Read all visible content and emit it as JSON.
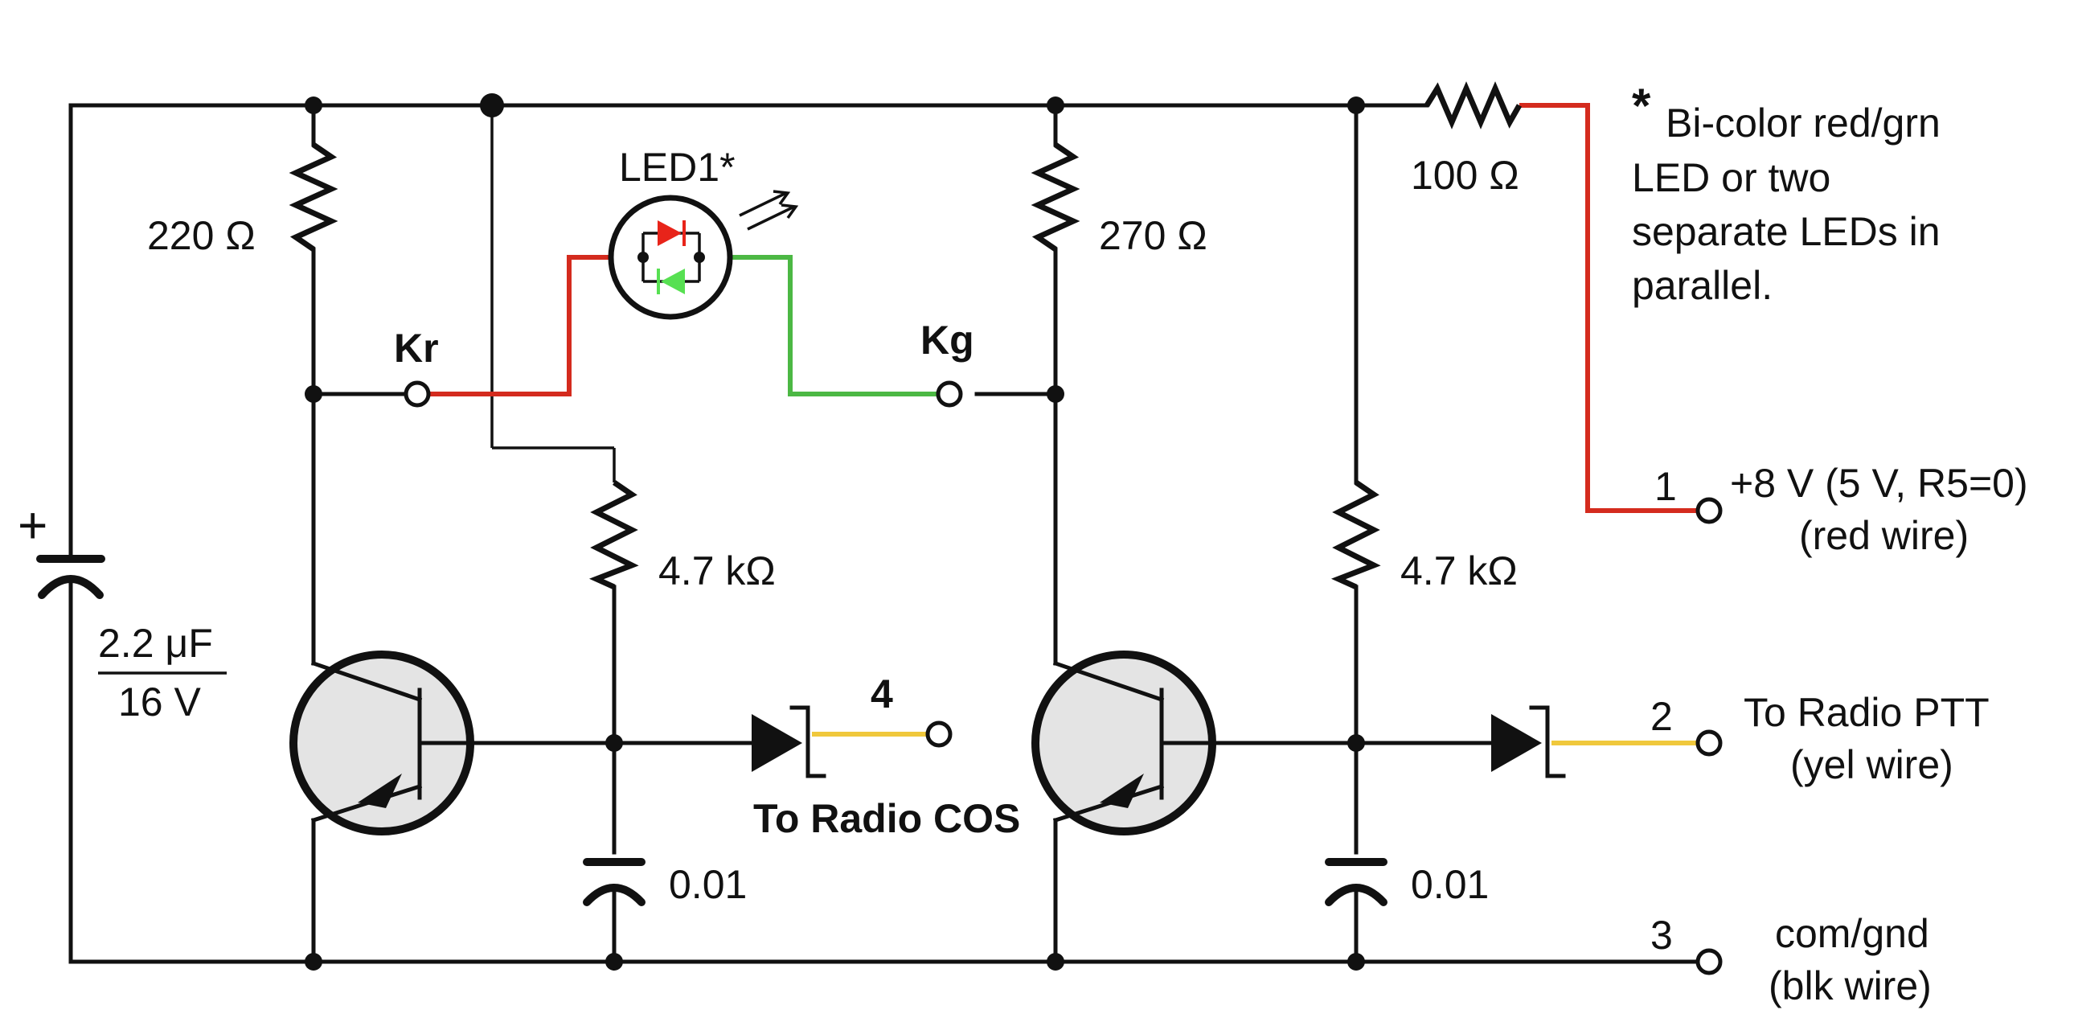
{
  "colors": {
    "wire": "#111111",
    "red_wire": "#d42b1e",
    "green_wire": "#4cb844",
    "yellow_wire": "#f0c83c",
    "led_red": "#e8241a",
    "led_green": "#57e052",
    "transistor_fill": "#e4e4e4"
  },
  "resistors": {
    "r_220": "220 Ω",
    "r_270": "270 Ω",
    "r_100": "100 Ω",
    "r_4k7_left": "4.7 kΩ",
    "r_4k7_right": "4.7 kΩ"
  },
  "capacitors": {
    "c_main_value": "2.2 μF",
    "c_main_voltage": "16 V",
    "c_main_polarity": "+",
    "c_left": "0.01",
    "c_right": "0.01"
  },
  "led": {
    "label": "LED1*"
  },
  "nodes": {
    "kr": "Kr",
    "kg": "Kg"
  },
  "terminals": {
    "t1_num": "1",
    "t1_line1": "+8 V (5 V, R5=0)",
    "t1_line2": "(red wire)",
    "t2_num": "2",
    "t2_line1": "To Radio PTT",
    "t2_line2": "(yel wire)",
    "t3_num": "3",
    "t3_line1": "com/gnd",
    "t3_line2": "(blk wire)",
    "t4_num": "4",
    "t4_label": "To Radio COS"
  },
  "footnote": {
    "star": "*",
    "line1": "Bi-color red/grn",
    "line2": "LED or two",
    "line3": "separate LEDs in",
    "line4": "parallel."
  }
}
